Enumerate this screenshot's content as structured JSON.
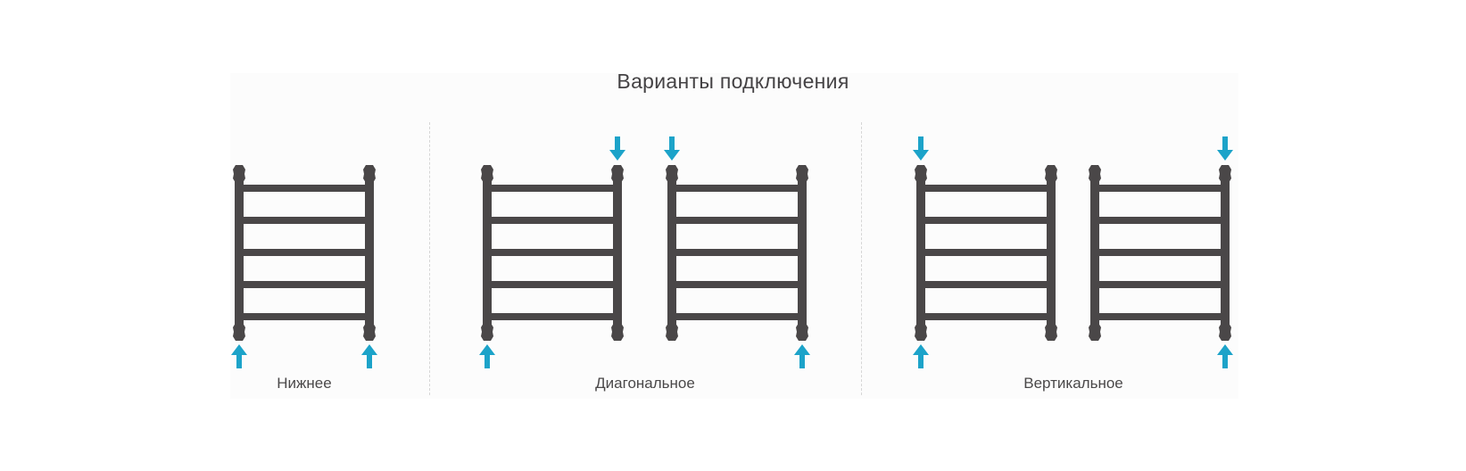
{
  "title": "Варианты подключения",
  "colors": {
    "rail": "#4a4748",
    "arrow": "#1ca3c9"
  },
  "groups": [
    {
      "label": "Нижнее",
      "heaters": [
        {
          "inlets": [
            "bottom-left",
            "bottom-right"
          ]
        }
      ]
    },
    {
      "label": "Диагональное",
      "heaters": [
        {
          "inlets": [
            "bottom-left",
            "top-right"
          ]
        },
        {
          "inlets": [
            "top-left",
            "bottom-right"
          ]
        }
      ]
    },
    {
      "label": "Вертикальное",
      "heaters": [
        {
          "inlets": [
            "top-left",
            "bottom-left"
          ]
        },
        {
          "inlets": [
            "top-right",
            "bottom-right"
          ]
        }
      ]
    }
  ]
}
